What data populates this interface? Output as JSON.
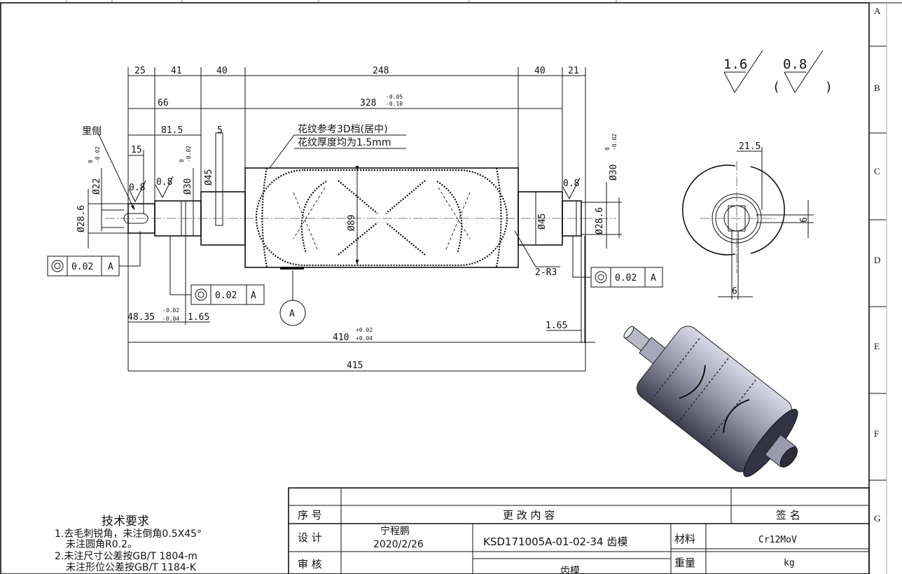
{
  "roughness": {
    "main": "1.6",
    "other": "0.8",
    "paren_open": "(",
    "paren_close": ")"
  },
  "grid_letters": [
    "A",
    "B",
    "C",
    "D",
    "E",
    "F",
    "G"
  ],
  "dims": {
    "d25": "25",
    "d41": "41",
    "d40a": "40",
    "d248": "248",
    "d40b": "40",
    "d21": "21",
    "d66": "66",
    "d328": "328",
    "d328_tol_up": "-0.05",
    "d328_tol_lo": "-0.10",
    "d81_5": "81.5",
    "d5": "5",
    "d15": "15",
    "dia22": "Ø22",
    "dia22_tol_up": "0",
    "dia22_tol_lo": "-0.02",
    "dia30": "Ø30",
    "dia30_tol_up": "0",
    "dia30_tol_lo": "-0.02",
    "dia45_left": "Ø45",
    "dia89": "Ø89",
    "dia45_right": "Ø45",
    "dia30_right": "Ø30",
    "dia30_right_tol_up": "0",
    "dia30_right_tol_lo": "-0.02",
    "dia28_6_left": "Ø28.6",
    "dia28_6_right": "Ø28.6",
    "r08_a": "0.8",
    "r08_b": "0.8",
    "r08_c": "0.8",
    "d48_35": "48.35",
    "d48_35_tol_up": "-0.02",
    "d48_35_tol_lo": "-0.04",
    "d1_65_left": "1.65",
    "d1_65_right": "1.65",
    "d410": "410",
    "d410_tol_up": "+0.02",
    "d410_tol_lo": "+0.04",
    "d415": "415",
    "r3": "2-R3",
    "side_21_5": "21.5",
    "side_6_v": "6",
    "side_6_h": "6"
  },
  "notes": {
    "inner_side": "里侧",
    "pattern_ref": "花纹参考3D档(居中)",
    "pattern_thickness": "花纹厚度均为1.5mm"
  },
  "tolerance_frames": [
    {
      "value": "0.02",
      "datum": "A"
    },
    {
      "value": "0.02",
      "datum": "A"
    },
    {
      "value": "0.02",
      "datum": "A"
    }
  ],
  "datum_label": "A",
  "tech_req": {
    "title": "技术要求",
    "lines": [
      "1.去毛刺锐角，未注倒角0.5X45°",
      "未注圆角R0.2。",
      "2.未注尺寸公差按GB/T 1804-m",
      "未注形位公差按GB/T 1184-K"
    ]
  },
  "title_block": {
    "seq": "序 号",
    "change": "更 改 内 容",
    "sign": "签  名",
    "design": "设 计",
    "designer": "宁程鹏",
    "date": "2020/2/26",
    "part_no": "KSD171005A-01-02-34 齿模",
    "material_label": "材料",
    "material": "Cr12MoV",
    "review": "审 核",
    "weight_label": "重量",
    "weight_unit": "kg",
    "part_name": "齿模"
  }
}
